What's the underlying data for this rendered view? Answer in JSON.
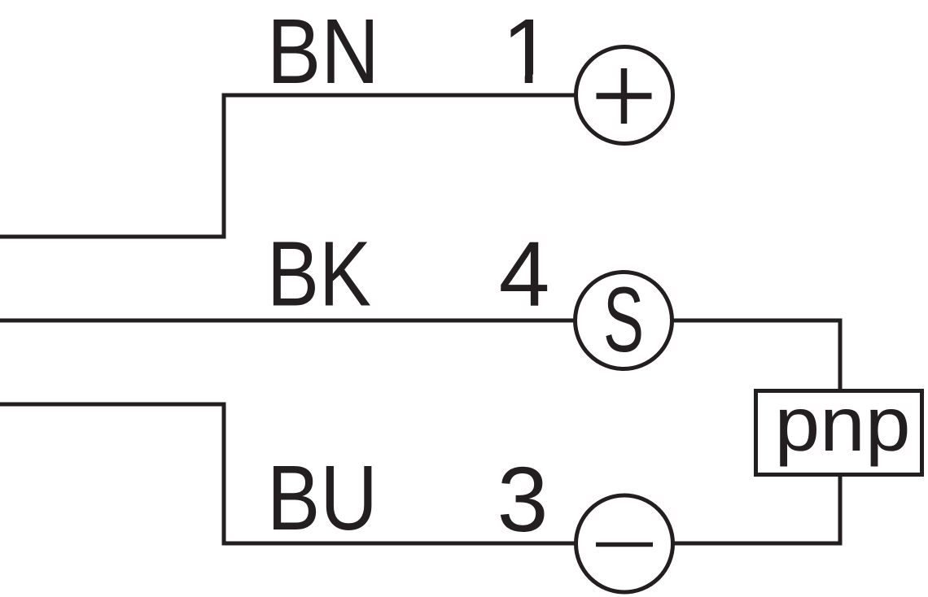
{
  "diagram_type": "sensor-wiring-connection-diagram",
  "colors": {
    "ink": "#231f20",
    "background": "#ffffff"
  },
  "wires": [
    {
      "color_code": "BN",
      "pin": "1",
      "terminal": "+"
    },
    {
      "color_code": "BK",
      "pin": "4",
      "terminal": "S"
    },
    {
      "color_code": "BU",
      "pin": "3",
      "terminal": "-"
    }
  ],
  "output": {
    "label": "pnp"
  }
}
